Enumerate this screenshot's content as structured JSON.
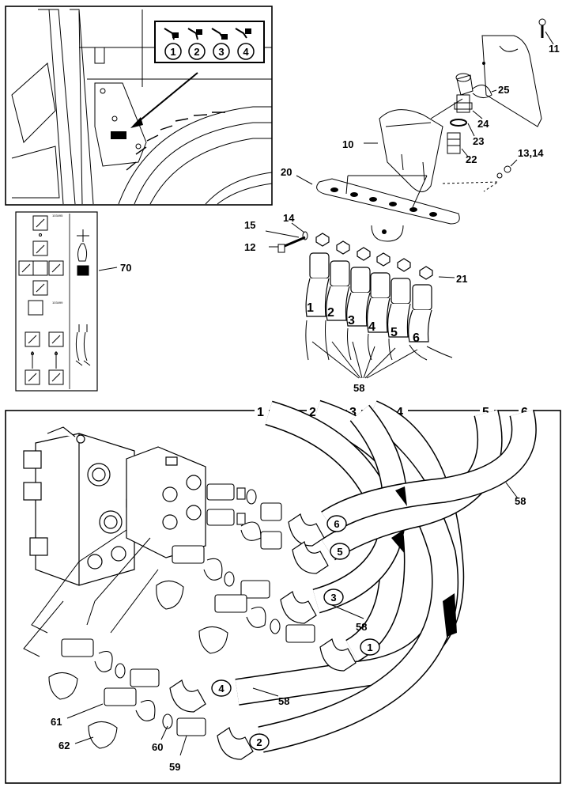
{
  "cab_inset": {
    "position_badges": [
      "1",
      "2",
      "3",
      "4"
    ]
  },
  "control_decal": {
    "callout": "70",
    "upper_code": "103495",
    "lower_code": "103499"
  },
  "upper_callouts": {
    "c11": "11",
    "c25": "25",
    "c24": "24",
    "c23": "23",
    "c22": "22",
    "c10": "10",
    "c13_14": "13,14",
    "c20": "20",
    "c14": "14",
    "c15": "15",
    "c12": "12",
    "c21": "21",
    "c58": "58"
  },
  "upper_hose_numbers": [
    "1",
    "2",
    "3",
    "4",
    "5",
    "6"
  ],
  "lower_top_numbers": [
    "1",
    "2",
    "3",
    "4",
    "5",
    "6"
  ],
  "lower_fitting_badges": [
    "6",
    "5",
    "3",
    "1",
    "4",
    "2"
  ],
  "lower_callouts": {
    "c58_right": "58",
    "c58_mid": "58",
    "c58_bottom": "58",
    "c61": "61",
    "c62": "62",
    "c60": "60",
    "c59": "59"
  }
}
